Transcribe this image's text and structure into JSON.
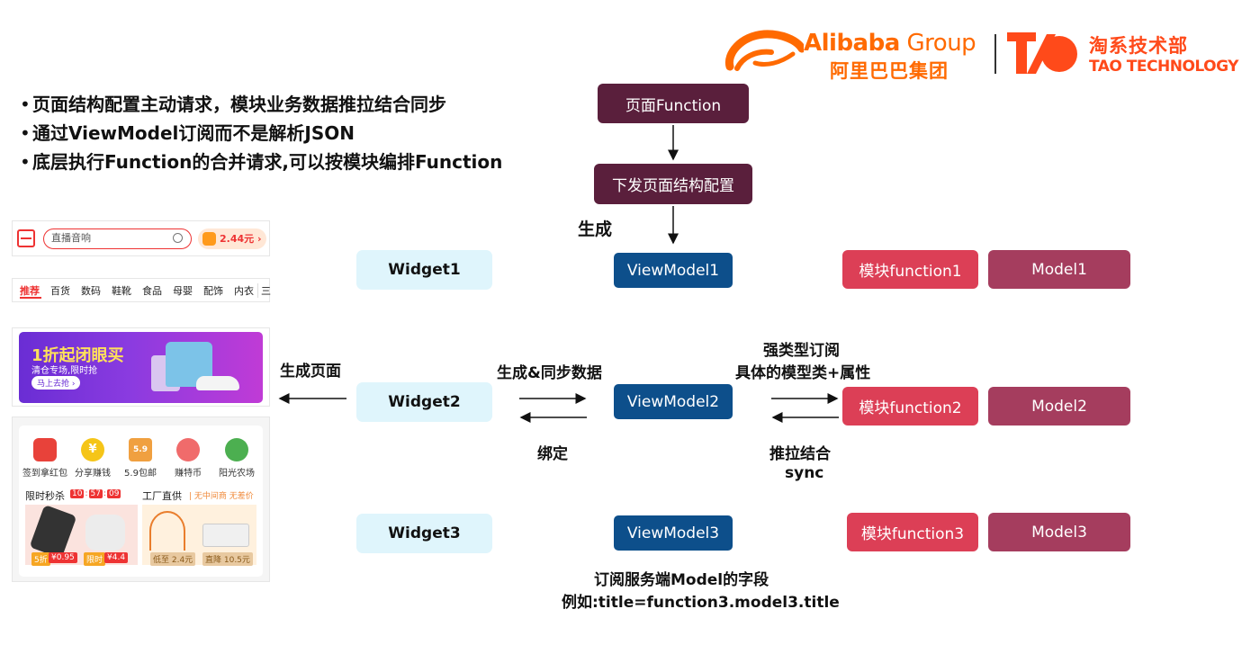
{
  "logo": {
    "alibaba_brand": "Alibaba",
    "alibaba_group": " Group",
    "alibaba_cn": "阿里巴巴集团",
    "tao_cn": "淘系技术部",
    "tao_en": "TAO TECHNOLOGY",
    "brand_color": "#ff6a00",
    "tao_color": "#ff4a1a"
  },
  "bullets": [
    "页面结构配置主动请求，模块业务数据推拉结合同步",
    "通过ViewModel订阅而不是解析JSON",
    "底层执行Function的合并请求,可以按模块编排Function"
  ],
  "flow": {
    "page_function": "页面Function",
    "deliver_config": "下发页面结构配置",
    "generate": "生成"
  },
  "widgets": [
    "Widget1",
    "Widget2",
    "Widget3"
  ],
  "viewmodels": [
    "ViewModel1",
    "ViewModel2",
    "ViewModel3"
  ],
  "functions": [
    "模块function1",
    "模块function2",
    "模块function3"
  ],
  "models": [
    "Model1",
    "Model2",
    "Model3"
  ],
  "labels": {
    "generate_page": "生成页面",
    "generate_sync": "生成&同步数据",
    "bind": "绑定",
    "strong_sub": "强类型订阅",
    "model_attr": "具体的模型类+属性",
    "push_pull": "推拉结合",
    "sync": "sync",
    "subscribe_field": "订阅服务端Model的字段",
    "example": "例如:title=function3.model3.title"
  },
  "colors": {
    "top_box": "#5a1f3c",
    "widget": "#dff5fc",
    "viewmodel": "#0d4f8b",
    "function": "#dc3f56",
    "model": "#a53d5e"
  },
  "mockup": {
    "search_placeholder": "直播音响",
    "coins": "2.44元 ›",
    "tabs": [
      "推荐",
      "百货",
      "数码",
      "鞋靴",
      "食品",
      "母婴",
      "配饰",
      "内衣"
    ],
    "tabs_menu_icon": "三",
    "banner_title": "1折起闭眼买",
    "banner_sub": "清仓专场,限时抢",
    "banner_btn": "马上去抢 ›",
    "icons": [
      {
        "label": "签到拿红包",
        "color": "#e8423a"
      },
      {
        "label": "分享赚钱",
        "color": "#f5c518"
      },
      {
        "label": "5.9包邮",
        "color": "#f0a040"
      },
      {
        "label": "赚特币",
        "color": "#f06b6b"
      },
      {
        "label": "阳光农场",
        "color": "#4caf50"
      }
    ],
    "icon_glyphs": [
      "",
      "¥",
      "5.9",
      "",
      ""
    ],
    "flash_sale": "限时秒杀",
    "timer": [
      "10",
      "57",
      "09"
    ],
    "factory": "工厂直供",
    "factory_sub": "| 无中间商 无差价",
    "prices": [
      {
        "tag": "5折",
        "price": "¥0.95"
      },
      {
        "tag": "限时",
        "price": "¥4.4"
      },
      {
        "tag": "",
        "price": "低至 2.4元"
      },
      {
        "tag": "",
        "price": "直降 10.5元"
      }
    ]
  }
}
